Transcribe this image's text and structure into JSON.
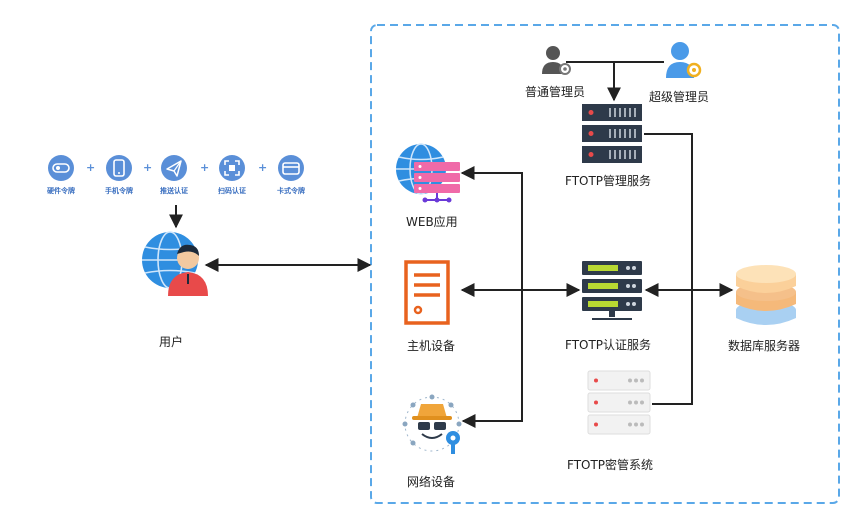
{
  "tokens": {
    "items": [
      {
        "label": "硬件令牌",
        "icon": "key-fob-icon"
      },
      {
        "label": "手机令牌",
        "icon": "mobile-phone-icon"
      },
      {
        "label": "推送认证",
        "icon": "paper-plane-icon"
      },
      {
        "label": "扫码认证",
        "icon": "qr-scan-icon"
      },
      {
        "label": "卡式令牌",
        "icon": "card-icon"
      }
    ],
    "separator": "+"
  },
  "nodes": {
    "user": "用户",
    "web_app": "WEB应用",
    "host_device": "主机设备",
    "network_device": "网络设备",
    "normal_admin": "普通管理员",
    "super_admin": "超级管理员",
    "mgmt_service": "FTOTP管理服务",
    "auth_service": "FTOTP认证服务",
    "key_system": "FTOTP密管系统",
    "db_server": "数据库服务器"
  },
  "colors": {
    "boundary": "#5aa8e8",
    "token_blue": "#5a8fd8",
    "server_dark": "#2e3a4a",
    "server_red": "#e84a4a",
    "server_green": "#b8d832",
    "orange": "#e8621e",
    "globe_blue": "#2f8ee0",
    "arrow": "#222222"
  }
}
